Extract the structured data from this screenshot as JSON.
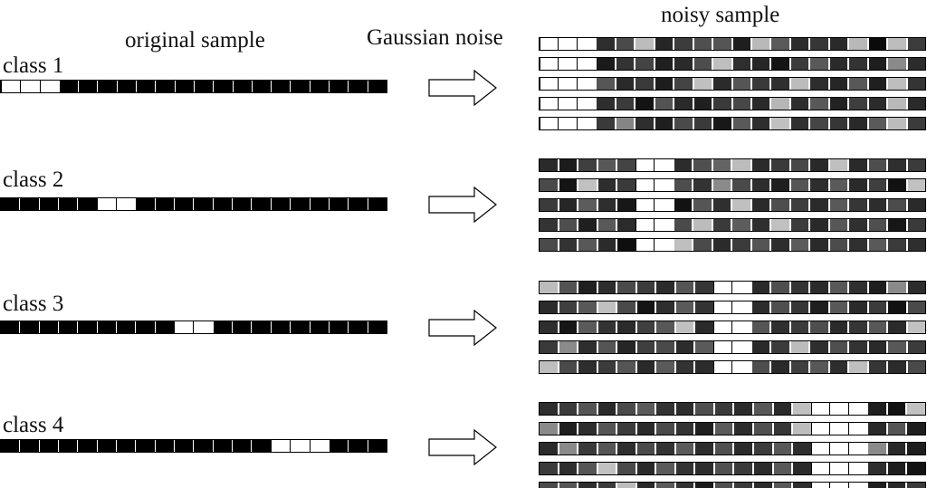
{
  "headers": {
    "original": "original sample",
    "noise": "Gaussian noise",
    "noisy": "noisy sample"
  },
  "cells_per_strip": 20,
  "classes": [
    {
      "label": "class 1",
      "active_cells": [
        0,
        1,
        2
      ],
      "noisy_rows": [
        [
          "w",
          "w",
          "w",
          "#2e2e2e",
          "#4a4a4a",
          "#bcbcbc",
          "#262626",
          "#3c3c3c",
          "#4f4f4f",
          "#555555",
          "#1e1e1e",
          "#b9b9b9",
          "#5a5a5a",
          "#2c2c2c",
          "#363636",
          "#2a2a2a",
          "#b8b8b8",
          "#0a0a0a",
          "#bdbdbd",
          "#3c3c3c"
        ],
        [
          "w",
          "w",
          "w",
          "#1a1a1a",
          "#333333",
          "#444444",
          "#1f1f1f",
          "#2a2a2a",
          "#4d4d4d",
          "#bfbfbf",
          "#2e2e2e",
          "#262626",
          "#141414",
          "#3b3b3b",
          "#595959",
          "#2b2b2b",
          "#333333",
          "#1e1e1e",
          "#8a8a8a",
          "#2c2c2c"
        ],
        [
          "w",
          "w",
          "w",
          "#565656",
          "#2a2a2a",
          "#3a3a3a",
          "#1d1d1d",
          "#444444",
          "#c0c0c0",
          "#2b2b2b",
          "#555555",
          "#3a3a3a",
          "#2f2f2f",
          "#bcbcbc",
          "#2d2d2d",
          "#262626",
          "#585858",
          "#1f1f1f",
          "#bebebe",
          "#343434"
        ],
        [
          "w",
          "w",
          "w",
          "#2e2e2e",
          "#3b3b3b",
          "#141414",
          "#535353",
          "#2a2a2a",
          "#1f1f1f",
          "#3a3a3a",
          "#474747",
          "#2a2a2a",
          "#b6b6b6",
          "#2e2e2e",
          "#585858",
          "#222222",
          "#3e3e3e",
          "#2b2b2b",
          "#b9b9b9",
          "#2a2a2a"
        ],
        [
          "w",
          "w",
          "w",
          "#3a3a3a",
          "#858585",
          "#2e2e2e",
          "#1f1f1f",
          "#4a4a4a",
          "#3a3a3a",
          "#181818",
          "#595959",
          "#2e2e2e",
          "#c0c0c0",
          "#2f2f2f",
          "#454545",
          "#363636",
          "#292929",
          "#5a5a5a",
          "#bcbcbc",
          "#3b3b3b"
        ]
      ]
    },
    {
      "label": "class 2",
      "active_cells": [
        5,
        6
      ],
      "noisy_rows": [
        [
          "#2a2a2a",
          "#1b1b1b",
          "#3f3f3f",
          "#585858",
          "#444444",
          "w",
          "w",
          "#2c2c2c",
          "#4f4f4f",
          "#646464",
          "#bcbcbc",
          "#2b2b2b",
          "#3a3a3a",
          "#484848",
          "#292929",
          "#bfbfbf",
          "#2a2a2a",
          "#4e4e4e",
          "#2f2f2f",
          "#3b3b3b"
        ],
        [
          "#4a4a4a",
          "#141414",
          "#c1c1c1",
          "#2e2e2e",
          "#3a3a3a",
          "w",
          "w",
          "#4d4d4d",
          "#333333",
          "#8a8a8a",
          "#4a4a4a",
          "#2e2e2e",
          "#1f1f1f",
          "#555555",
          "#2d2d2d",
          "#5a5a5a",
          "#2a2a2a",
          "#3f3f3f",
          "#121212",
          "#c1c1c1"
        ],
        [
          "#3b3b3b",
          "#262626",
          "#5c5c5c",
          "#2e2e2e",
          "#171717",
          "w",
          "w",
          "#121212",
          "#555555",
          "#2f2f2f",
          "#c0c0c0",
          "#2a2a2a",
          "#4e4e4e",
          "#3e3e3e",
          "#2b2b2b",
          "#595959",
          "#363636",
          "#2d2d2d",
          "#4c4c4c",
          "#2a2a2a"
        ],
        [
          "#333333",
          "#4e4e4e",
          "#1f1f1f",
          "#595959",
          "#2b2b2b",
          "w",
          "w",
          "#4a4a4a",
          "#bcbcbc",
          "#3a3a3a",
          "#5d5d5d",
          "#2f2f2f",
          "#c0c0c0",
          "#3b3b3b",
          "#2a2a2a",
          "#575757",
          "#303030",
          "#4f4f4f",
          "#161616",
          "#3a3a3a"
        ],
        [
          "#4a4a4a",
          "#333333",
          "#585858",
          "#2b2b2b",
          "#0e0e0e",
          "w",
          "w",
          "#bfbfbf",
          "#4a4a4a",
          "#2b2b2b",
          "#3b3b3b",
          "#555555",
          "#2d2d2d",
          "#5b5b5b",
          "#2a2a2a",
          "#4c4c4c",
          "#303030",
          "#595959",
          "#3b3b3b",
          "#2e2e2e"
        ]
      ]
    },
    {
      "label": "class 3",
      "active_cells": [
        9,
        10
      ],
      "noisy_rows": [
        [
          "#bcbcbc",
          "#535353",
          "#1f1f1f",
          "#2d2d2d",
          "#4a4a4a",
          "#3b3b3b",
          "#2b2b2b",
          "#555555",
          "#363636",
          "w",
          "w",
          "#2a2a2a",
          "#4e4e4e",
          "#343434",
          "#2b2b2b",
          "#585858",
          "#2f2f2f",
          "#1e1e1e",
          "#8a8a8a",
          "#2c2c2c"
        ],
        [
          "#2b2b2b",
          "#3f3f3f",
          "#585858",
          "#c0c0c0",
          "#4a4a4a",
          "#141414",
          "#2e2e2e",
          "#5a5a5a",
          "#333333",
          "w",
          "w",
          "#2c2c2c",
          "#4f4f4f",
          "#363636",
          "#1f1f1f",
          "#585858",
          "#2a2a2a",
          "#3b3b3b",
          "#121212",
          "#4a4a4a"
        ],
        [
          "#2e2e2e",
          "#161616",
          "#5a5a5a",
          "#333333",
          "#2b2b2b",
          "#3f3f3f",
          "#585858",
          "#c0c0c0",
          "#2a2a2a",
          "w",
          "w",
          "#555555",
          "#2f2f2f",
          "#3b3b3b",
          "#4e4e4e",
          "#2a2a2a",
          "#363636",
          "#585858",
          "#2b2b2b",
          "#c1c1c1"
        ],
        [
          "#3a3a3a",
          "#8a8a8a",
          "#2e2e2e",
          "#555555",
          "#262626",
          "#3f3f3f",
          "#4a4a4a",
          "#2c2c2c",
          "#5a5a5a",
          "w",
          "w",
          "#2a2a2a",
          "#3b3b3b",
          "#bcbcbc",
          "#2e2e2e",
          "#4f4f4f",
          "#333333",
          "#2a2a2a",
          "#585858",
          "#3b3b3b"
        ],
        [
          "#bebebe",
          "#4a4a4a",
          "#2e2e2e",
          "#3b3b3b",
          "#555555",
          "#2a2a2a",
          "#5a5a5a",
          "#333333",
          "#2c2c2c",
          "w",
          "w",
          "#4e4e4e",
          "#2a2a2a",
          "#3f3f3f",
          "#585858",
          "#2e2e2e",
          "#bfbfbf",
          "#363636",
          "#2b2b2b",
          "#4a4a4a"
        ]
      ]
    },
    {
      "label": "class 4",
      "active_cells": [
        14,
        15,
        16
      ],
      "noisy_rows": [
        [
          "#2e2e2e",
          "#3b3b3b",
          "#555555",
          "#2a2a2a",
          "#4a4a4a",
          "#5a5a5a",
          "#333333",
          "#2c2c2c",
          "#4f4f4f",
          "#3a3a3a",
          "#2b2b2b",
          "#585858",
          "#2a2a2a",
          "#c0c0c0",
          "w",
          "w",
          "w",
          "#1e1e1e",
          "#121212",
          "#c1c1c1"
        ],
        [
          "#8a8a8a",
          "#1f1f1f",
          "#2e2e2e",
          "#555555",
          "#3b3b3b",
          "#2a2a2a",
          "#4a4a4a",
          "#333333",
          "#1f1f1f",
          "#5a5a5a",
          "#2c2c2c",
          "#4f4f4f",
          "#363636",
          "#bcbcbc",
          "w",
          "w",
          "w",
          "#2a2a2a",
          "#555555",
          "#1e1e1e"
        ],
        [
          "#2b2b2b",
          "#8a8a8a",
          "#3a3a3a",
          "#555555",
          "#2e2e2e",
          "#4a4a4a",
          "#333333",
          "#5a5a5a",
          "#2c2c2c",
          "#4f4f4f",
          "#2a2a2a",
          "#3b3b3b",
          "#585858",
          "#2e2e2e",
          "w",
          "w",
          "w",
          "#8a8a8a",
          "#2a2a2a",
          "#1e1e1e"
        ],
        [
          "#3b3b3b",
          "#2e2e2e",
          "#555555",
          "#c1c1c1",
          "#4a4a4a",
          "#2a2a2a",
          "#5a5a5a",
          "#333333",
          "#2c2c2c",
          "#4f4f4f",
          "#3a3a3a",
          "#2b2b2b",
          "#585858",
          "#2a2a2a",
          "w",
          "w",
          "w",
          "#2e2e2e",
          "#1e1e1e",
          "#121212"
        ],
        [
          "#4a4a4a",
          "#555555",
          "#2e2e2e",
          "#3b3b3b",
          "#bcbcbc",
          "#2a2a2a",
          "#5a5a5a",
          "#333333",
          "#1a1a1a",
          "#4f4f4f",
          "#3a3a3a",
          "#2b2b2b",
          "#585858",
          "#2e2e2e",
          "w",
          "w",
          "w",
          "#1e1e1e",
          "#2a2a2a",
          "#3b3b3b"
        ]
      ]
    }
  ]
}
